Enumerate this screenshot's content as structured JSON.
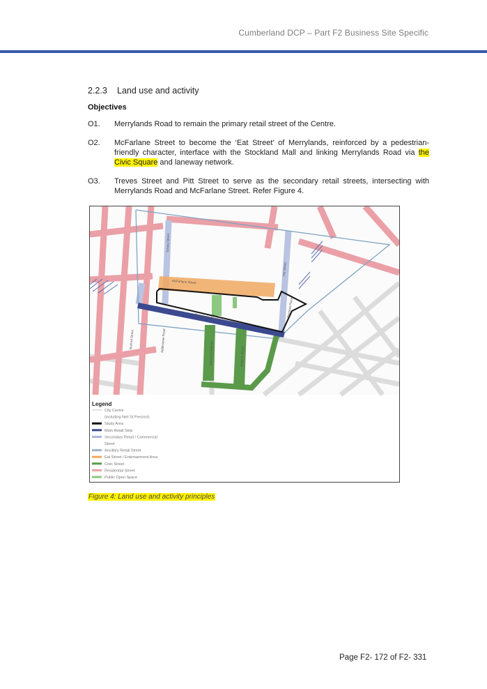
{
  "header": {
    "title": "Cumberland DCP – Part F2 Business Site Specific"
  },
  "section": {
    "number": "2.2.3",
    "title": "Land use and activity"
  },
  "objectives_heading": "Objectives",
  "objectives": [
    {
      "label": "O1.",
      "text": "Merrylands Road to remain the primary retail street of the Centre."
    },
    {
      "label": "O2.",
      "text_before": "McFarlane Street to become the ‘Eat Street’ of Merrylands, reinforced by a pedestrian-friendly character, interface with the Stockland Mall and linking Merrylands Road via ",
      "highlight": "the Civic Square",
      "text_after": " and laneway network."
    },
    {
      "label": "O3.",
      "text": "Treves Street and Pitt Street to serve as the secondary retail streets, intersecting with Merrylands Road and McFarlane Street. Refer Figure 4."
    }
  ],
  "figure": {
    "legend_title": "Legend",
    "legend": [
      {
        "label": "City Centre",
        "color": "#c8c8c8"
      },
      {
        "label": "(including Neil St Precinct)",
        "color": ""
      },
      {
        "label": "Study Area",
        "color": "#111111"
      },
      {
        "label": "Main Retail Strip",
        "color": "#3b4a8f"
      },
      {
        "label": "Secondary Retail / Commercial",
        "color": "#aab8d8"
      },
      {
        "label": "Street",
        "color": ""
      },
      {
        "label": "Ancillary Retail Street",
        "color": "#9fb4c9"
      },
      {
        "label": "Eat Street / Entertainment Area",
        "color": "#f0a860"
      },
      {
        "label": "Civic Street",
        "color": "#5a9a4a"
      },
      {
        "label": "Residential Street",
        "color": "#eaa0a6"
      },
      {
        "label": "Public Open Space",
        "color": "#8cc880"
      }
    ],
    "street_labels": [
      "McFarlane Street",
      "Merrylands Road",
      "Treves Street",
      "Pitt Street",
      "Terminal Place",
      "Neil Street",
      "Burford Street",
      "Addlestone Road",
      "Memorial Avenue",
      "Walpole Street"
    ]
  },
  "caption": "Figure 4: Land use and activity principles",
  "footer": {
    "page": "Page F2- 172 of F2- 331"
  }
}
